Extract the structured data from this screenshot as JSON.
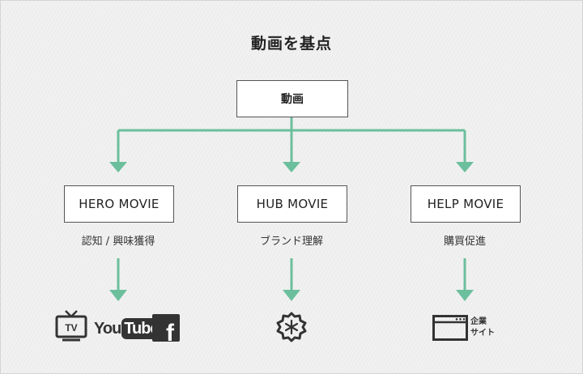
{
  "title": "動画を基点",
  "root": {
    "label": "動画"
  },
  "categories": [
    {
      "label": "HERO MOVIE",
      "purpose": "認知 / 興味獲得"
    },
    {
      "label": "HUB MOVIE",
      "purpose": "ブランド理解"
    },
    {
      "label": "HELP MOVIE",
      "purpose": "購買促進"
    }
  ],
  "icons": {
    "tv_label": "TV",
    "youtube_you": "You",
    "youtube_tube": "Tube",
    "facebook_letter": "f",
    "corp_site_line1": "企業",
    "corp_site_line2": "サイト"
  },
  "colors": {
    "arrow": "#6cbf9d",
    "text": "#222222",
    "icon": "#333333"
  }
}
